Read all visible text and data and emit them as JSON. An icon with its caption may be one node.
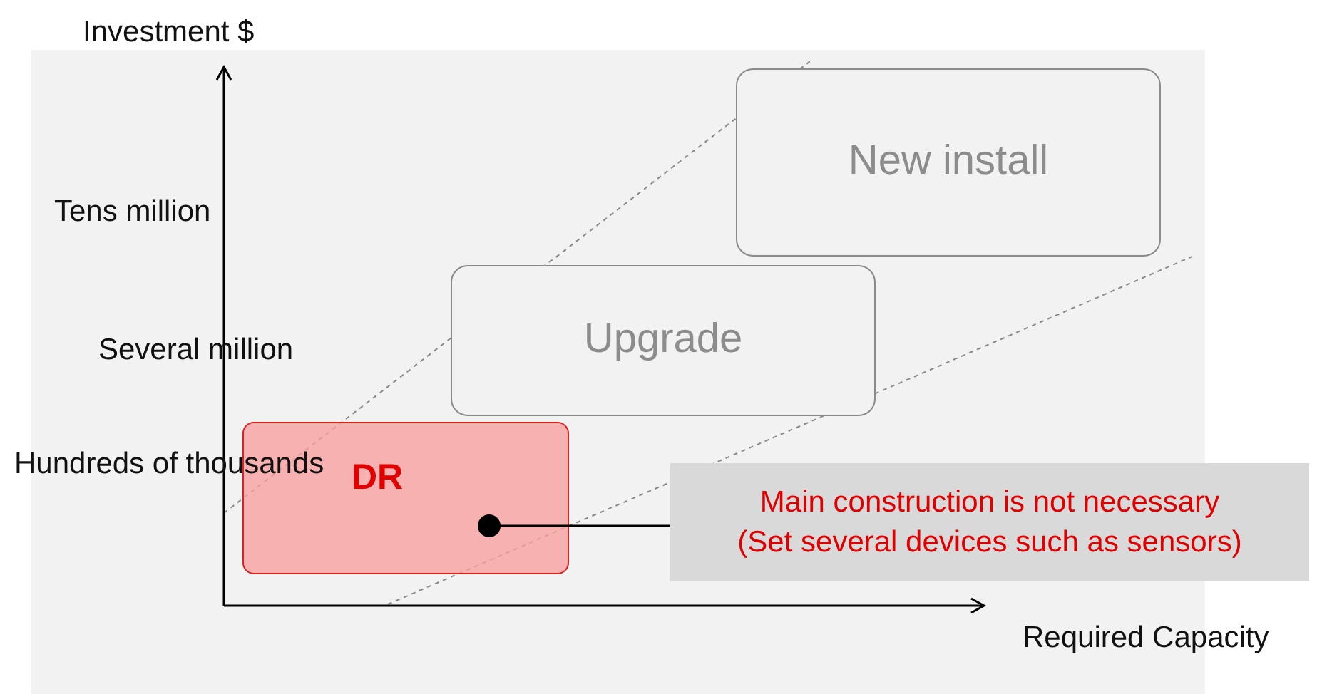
{
  "diagram": {
    "nodes": [
      {
        "text": [
          "New install"
        ]
      },
      {
        "text": [
          "Upgrade"
        ]
      },
      {
        "text": [
          "DR"
        ]
      },
      {
        "text": [
          "Main construction is not necessary",
          "(Set several devices such as sensors)"
        ]
      }
    ],
    "edges": [
      {
        "from": 3,
        "to": 2,
        "arrow": "other"
      }
    ],
    "labels": [
      "Investment $",
      "Tens million",
      "Several million",
      "Hundreds of thousands",
      "Required Capacity"
    ]
  }
}
